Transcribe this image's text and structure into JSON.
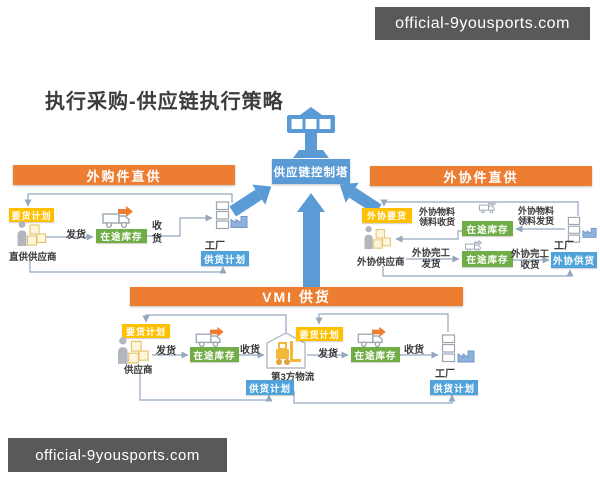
{
  "watermarks": {
    "top": "official-9yousports.com",
    "bottom": "official-9yousports.com"
  },
  "title": "执行采购-供应链执行策略",
  "tower": {
    "label": "供应链控制塔",
    "icon": "control-tower-icon"
  },
  "colors": {
    "header_orange": "#ED7D31",
    "yellow": "#FFC000",
    "green": "#70AD47",
    "small_blue": "#4FA3DA",
    "tower_blue": "#5B9BD5",
    "watermark_gray": "#595959",
    "connector": "#94A7BD"
  },
  "sections": {
    "left": {
      "header": "外购件直供",
      "demand_plan": "要货计划",
      "supplier": "直供供应商",
      "ship": "发货",
      "transit": "在途库存",
      "receive": "收货",
      "factory": "工厂",
      "supply_plan": "供货计划"
    },
    "right": {
      "header": "外协件直供",
      "demand": "外协要货",
      "supplier": "外协供应商",
      "material_receive_l1": "外协物料",
      "material_receive_l2": "领料收货",
      "transit_top": "在途库存",
      "material_ship_l1": "外协物料",
      "material_ship_l2": "领料发货",
      "factory": "工厂",
      "complete_ship_l1": "外协完工",
      "complete_ship_l2": "发货",
      "transit_bottom": "在途库存",
      "complete_receive_l1": "外协完工",
      "complete_receive_l2": "收货",
      "supply": "外协供货"
    },
    "vmi": {
      "header": "VMI 供货",
      "demand_plan_1": "要货计划",
      "supplier": "供应商",
      "ship_1": "发货",
      "transit_1": "在途库存",
      "receive_1": "收货",
      "logistics": "第3方物流",
      "demand_plan_2": "要货计划",
      "ship_2": "发货",
      "transit_2": "在途库存",
      "receive_2": "收货",
      "factory": "工厂",
      "supply_plan_1": "供货计划",
      "supply_plan_2": "供货计划"
    }
  }
}
